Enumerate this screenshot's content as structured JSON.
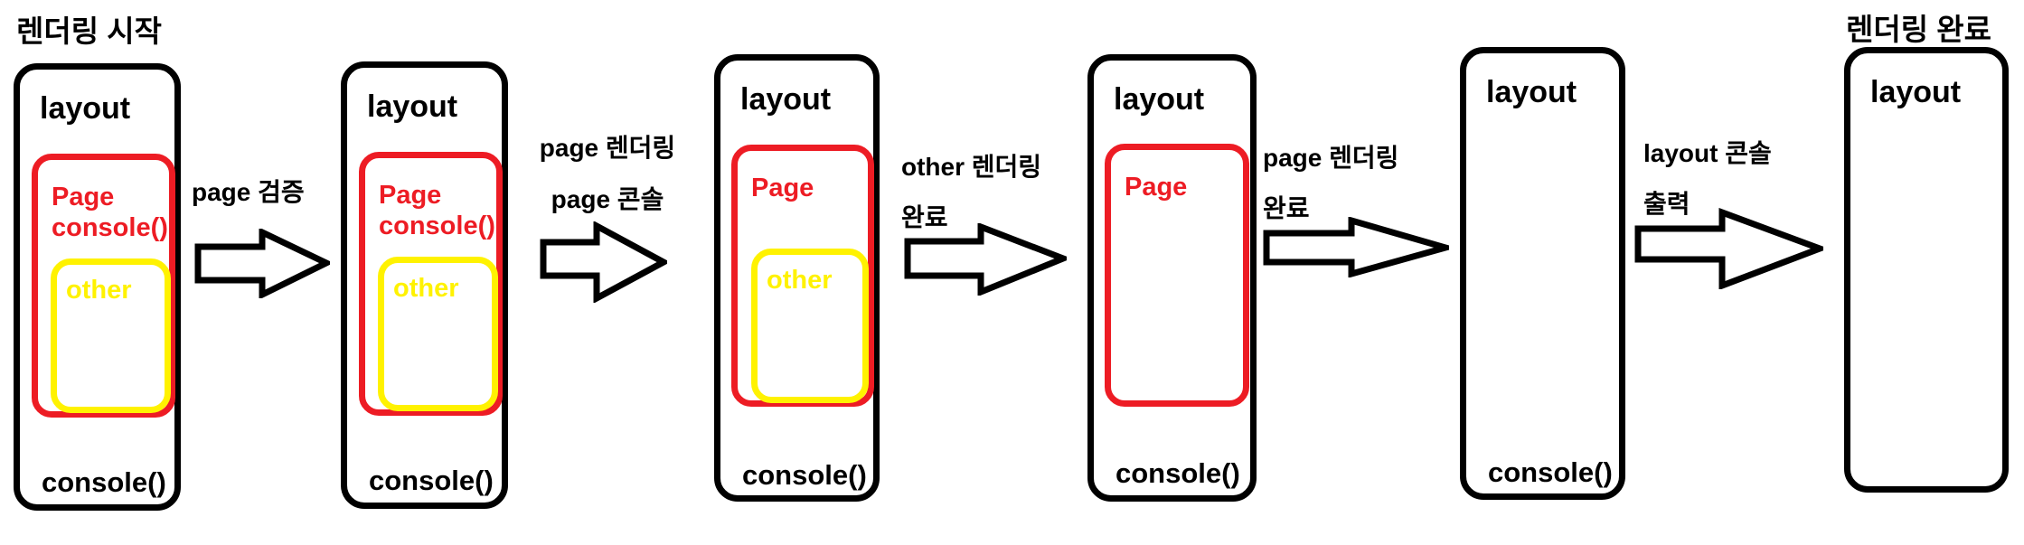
{
  "captions": {
    "start": "렌더링 시작",
    "end": "렌더링 완료"
  },
  "colors": {
    "box_border": "#000000",
    "page_red": "#ed1c24",
    "other_yellow": "#fff200",
    "background": "#ffffff",
    "text_black": "#000000"
  },
  "stages": [
    {
      "layout": "layout",
      "page": "Page",
      "page_console": "console()",
      "other": "other",
      "console": "console()"
    },
    {
      "layout": "layout",
      "page": "Page",
      "page_console": "console()",
      "other": "other",
      "console": "console()"
    },
    {
      "layout": "layout",
      "page": "Page",
      "other": "other",
      "console": "console()"
    },
    {
      "layout": "layout",
      "page": "Page",
      "console": "console()"
    },
    {
      "layout": "layout",
      "console": "console()"
    },
    {
      "layout": "layout"
    }
  ],
  "arrows": [
    {
      "label_line1": "page 검증",
      "label_line2": ""
    },
    {
      "label_line1": "page 렌더링",
      "label_line2": "page 콘솔"
    },
    {
      "label_line1": "other 렌더링",
      "label_line2": "완료"
    },
    {
      "label_line1": "page 렌더링",
      "label_line2": "완료"
    },
    {
      "label_line1": "layout 콘솔",
      "label_line2": "출력"
    }
  ]
}
